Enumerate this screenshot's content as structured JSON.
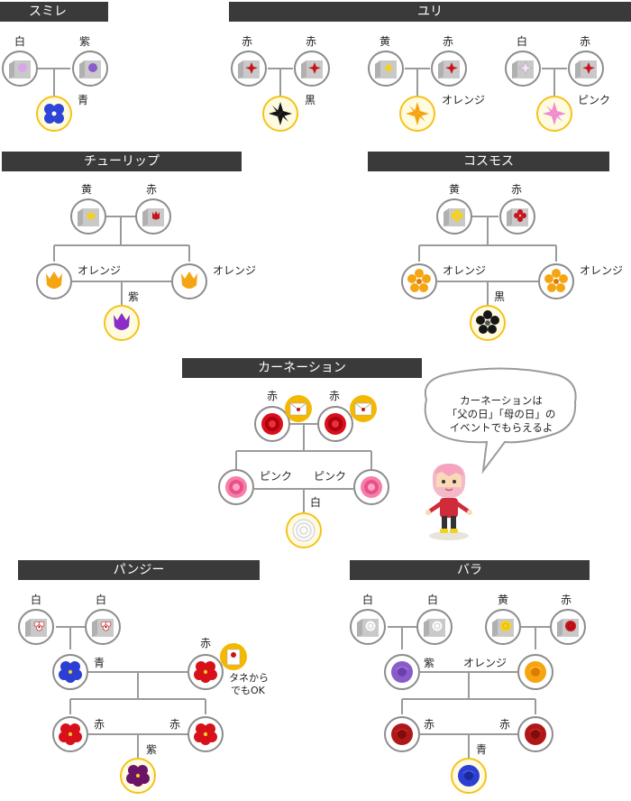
{
  "colors": {
    "white": "#f3eaf5",
    "purple": "#8a5cc9",
    "blue": "#2d45d8",
    "red": "#c8141a",
    "black": "#151515",
    "yellow": "#f4d21c",
    "orange": "#f5a511",
    "pink": "#f08cd0",
    "lightpink": "#f57fa8",
    "violet": "#8b2ec7",
    "darkred": "#b01818",
    "navy": "#2c3fd2",
    "redviolet": "#6b1467"
  },
  "sections": {
    "violet": {
      "title": "スミレ",
      "labels": {
        "p1": "白",
        "p2": "紫",
        "c": "青"
      }
    },
    "lily": {
      "title": "ユリ",
      "a": {
        "p1": "赤",
        "p2": "赤",
        "c": "黒"
      },
      "b": {
        "p1": "黄",
        "p2": "赤",
        "c": "オレンジ"
      },
      "c": {
        "p1": "白",
        "p2": "赤",
        "c": "ピンク"
      }
    },
    "tulip": {
      "title": "チューリップ",
      "labels": {
        "p1": "黄",
        "p2": "赤",
        "m1": "オレンジ",
        "m2": "オレンジ",
        "c": "紫"
      }
    },
    "cosmos": {
      "title": "コスモス",
      "labels": {
        "p1": "黄",
        "p2": "赤",
        "m1": "オレンジ",
        "m2": "オレンジ",
        "c": "黒"
      }
    },
    "carnation": {
      "title": "カーネーション",
      "labels": {
        "p1": "赤",
        "p2": "赤",
        "m1": "ピンク",
        "m2": "ピンク",
        "c": "白"
      },
      "speech": {
        "line1": "カーネーションは",
        "line2": "「父の日」「母の日」の",
        "line3": "イベントでもらえるよ"
      }
    },
    "pansy": {
      "title": "パンジー",
      "labels": {
        "p1": "白",
        "p2": "白",
        "m1": "青",
        "m2": "赤",
        "g1": "赤",
        "g2": "赤",
        "c": "紫"
      },
      "note": {
        "line1": "タネから",
        "line2": "でもOK"
      }
    },
    "rose": {
      "title": "バラ",
      "labels": {
        "p1": "白",
        "p2": "白",
        "p3": "黄",
        "p4": "赤",
        "m1": "紫",
        "m2": "オレンジ",
        "g1": "赤",
        "g2": "赤",
        "c": "青"
      }
    }
  }
}
